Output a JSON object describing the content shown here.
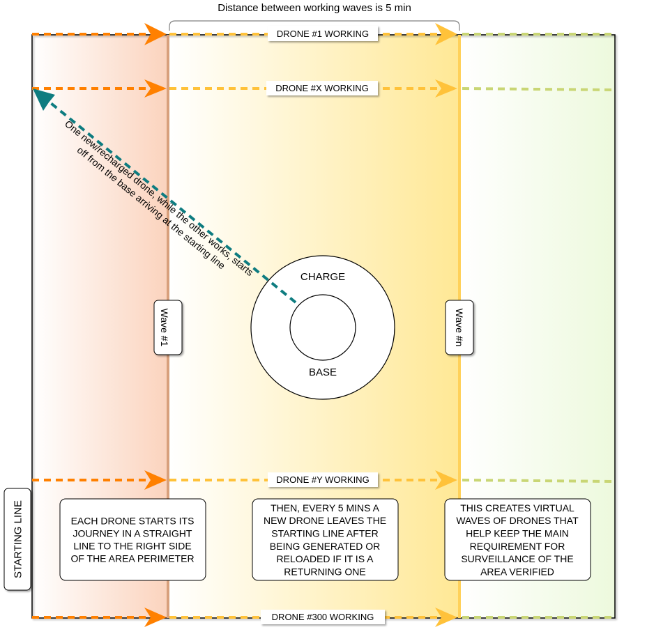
{
  "header": {
    "distance_note": "Distance between working waves is 5 min"
  },
  "drone_lines": [
    {
      "label": "DRONE #1 WORKING"
    },
    {
      "label": "DRONE #X WORKING"
    },
    {
      "label": "DRONE #Y WORKING"
    },
    {
      "label": "DRONE #300 WORKING"
    }
  ],
  "waves": {
    "first": "Wave #1",
    "last": "Wave #n"
  },
  "starting_line": "STARTING LINE",
  "charge_base": {
    "outer_label": "CHARGE",
    "inner_label": "BASE"
  },
  "launch_note": {
    "line1": "One new/recharged drone, while the other works, starts",
    "line2": "off from the base arriving at the starting line"
  },
  "notes": {
    "left": [
      "EACH DRONE STARTS ITS",
      "JOURNEY IN A STRAIGHT",
      "LINE TO THE RIGHT SIDE",
      "OF THE AREA PERIMETER"
    ],
    "middle": [
      "THEN, EVERY 5 MINS A",
      "NEW DRONE LEAVES THE",
      "STARTING LINE AFTER",
      "BEING GENERATED OR",
      "RELOADED IF IT IS A",
      "RETURNING ONE"
    ],
    "right": [
      "THIS CREATES VIRTUAL",
      "WAVES OF DRONES THAT",
      "HELP KEEP THE MAIN",
      "REQUIREMENT FOR",
      "SURVEILLANCE OF THE",
      "AREA VERIFIED"
    ]
  },
  "colors": {
    "orange": "#ff8000",
    "yellow": "#ffc23a",
    "green": "#c9d675",
    "teal": "#0e7c80",
    "wave1_band": "#d8a07c",
    "waven_band": "#ffd15a"
  }
}
